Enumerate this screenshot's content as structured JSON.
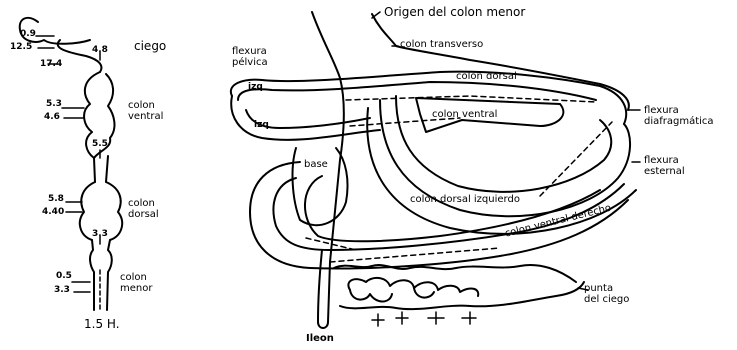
{
  "left_diagram": {
    "ticks": {
      "t09": "0.9",
      "t125": "12.5",
      "t48": "4.8",
      "t174": "17.4",
      "t53": "5.3",
      "t46": "4.6",
      "t55": "5.5",
      "t58": "5.8",
      "t440": "4.40",
      "t33": "3.3",
      "t05": "0.5",
      "t33b": "3.3"
    },
    "labels": {
      "ciego": "ciego",
      "colon_ventral": "colon\nventral",
      "colon_dorsal": "colon\ndorsal",
      "colon_menor": "colon\nmenor",
      "ileum_value": "1.5 H."
    }
  },
  "right_diagram": {
    "labels": {
      "origen_colon_menor": "Origen del colon menor",
      "colon_transverso": "colon transverso",
      "flexura_pelvica": "flexura\npélvica",
      "colon_dorsal_top": "colon dorsal",
      "colon_ventral_inner": "colon ventral",
      "flexura_diafragmatica": "flexura\ndiafragmática",
      "flexura_esternal": "flexura\nesternal",
      "colon_dorsal_izquierdo": "colon dorsal izquierdo",
      "colon_ventral_derecho": "colon ventral derecho",
      "base": "base",
      "izq1": "izq",
      "izq2": "izq",
      "punta_del_ciego": "punta\ndel ciego",
      "ileon": "Ileon"
    }
  }
}
